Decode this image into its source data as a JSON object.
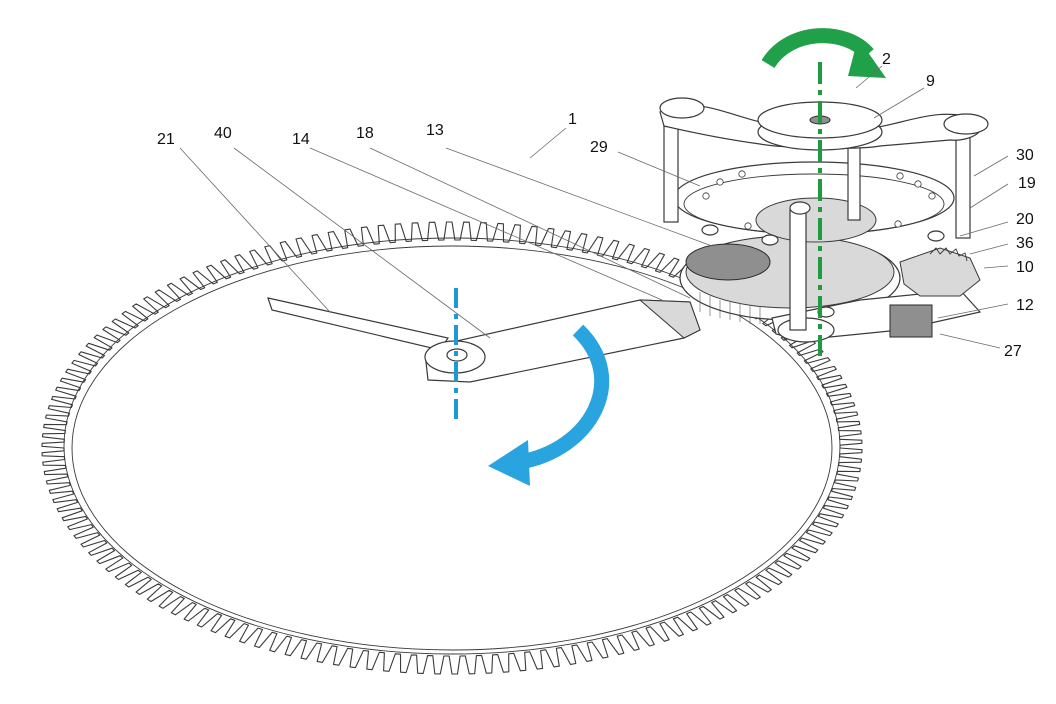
{
  "figure": {
    "reference_numerals": [
      {
        "id": "1",
        "text": "1"
      },
      {
        "id": "2",
        "text": "2"
      },
      {
        "id": "9",
        "text": "9"
      },
      {
        "id": "10",
        "text": "10"
      },
      {
        "id": "12",
        "text": "12"
      },
      {
        "id": "13",
        "text": "13"
      },
      {
        "id": "14",
        "text": "14"
      },
      {
        "id": "18",
        "text": "18"
      },
      {
        "id": "19",
        "text": "19"
      },
      {
        "id": "20",
        "text": "20"
      },
      {
        "id": "21",
        "text": "21"
      },
      {
        "id": "27",
        "text": "27"
      },
      {
        "id": "29",
        "text": "29"
      },
      {
        "id": "30",
        "text": "30"
      },
      {
        "id": "36",
        "text": "36"
      },
      {
        "id": "40",
        "text": "40"
      }
    ],
    "colors": {
      "rotation_arrow_green": "#21a04a",
      "axis_green": "#1e9a3f",
      "rotation_arrow_blue": "#2aa4de",
      "axis_blue": "#1d9ad6",
      "line_art": "#3a3a3a"
    },
    "gear_tooth_count": 150
  }
}
